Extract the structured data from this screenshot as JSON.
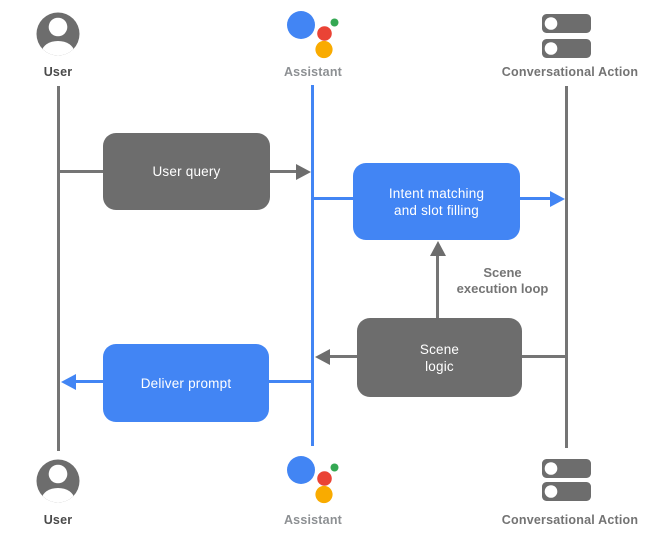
{
  "diagram": {
    "actors": {
      "user": {
        "label": "User"
      },
      "assistant": {
        "label": "Assistant"
      },
      "conversational_action": {
        "label": "Conversational Action"
      }
    },
    "nodes": {
      "user_query": {
        "label": "User query"
      },
      "intent_matching": {
        "line1": "Intent matching",
        "line2": "and slot filling"
      },
      "scene_logic": {
        "line1": "Scene",
        "line2": "logic"
      },
      "deliver_prompt": {
        "label": "Deliver prompt"
      }
    },
    "annotations": {
      "scene_execution_loop": {
        "line1": "Scene",
        "line2": "execution loop"
      }
    },
    "icons": {
      "user": "person-circle-icon",
      "assistant": "google-assistant-icon",
      "conversational_action": "server-stack-icon"
    },
    "colors": {
      "flow_blue": "#4285f4",
      "box_gray": "#6d6d6d",
      "line_gray": "#757575",
      "assistant_red": "#ea4335",
      "assistant_green": "#34a853",
      "assistant_yellow": "#f9ab00",
      "user_label": "#4a4a4a",
      "assistant_label": "#8d9093",
      "action_label": "#737373",
      "node_text": "#ffffff",
      "background": "#ffffff"
    }
  }
}
